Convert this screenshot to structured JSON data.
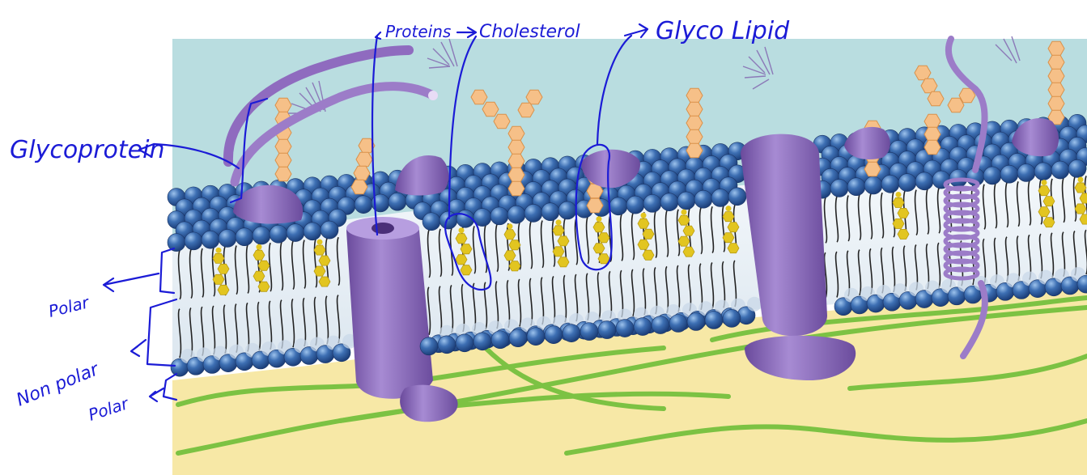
{
  "diagram": {
    "labels": {
      "glycoprotein": "Glycoprotein",
      "proteins": "Proteins",
      "cholesterol": "Cholesterol",
      "glyco_lipid": "Glyco Lipid",
      "polar_top": "Polar",
      "non_polar": "Non polar",
      "polar_bottom": "Polar"
    }
  },
  "colors": {
    "extracellular": "#b9dde0",
    "cytoplasm": "#f7e8a6",
    "phospholipid_head": "#3d6fb3",
    "protein": "#8f6bbf",
    "carbohydrate": "#f6c088",
    "cholesterol": "#e2c520",
    "filament": "#7cc243",
    "annotation_ink": "#1b1bd6"
  }
}
